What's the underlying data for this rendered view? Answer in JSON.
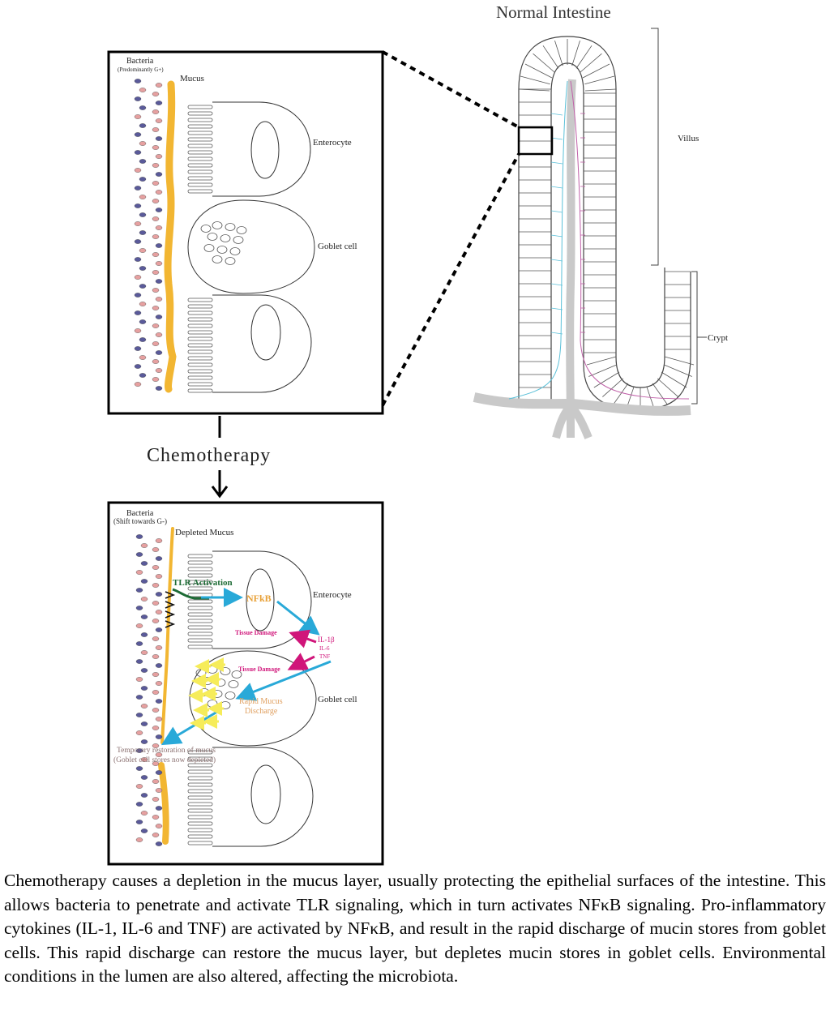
{
  "top_panel": {
    "bacteria_label": "Bacteria",
    "bacteria_sublabel": "(Predominantly G+)",
    "mucus_label": "Mucus",
    "enterocyte_label": "Enterocyte",
    "goblet_label": "Goblet cell"
  },
  "intestine": {
    "title": "Normal Intestine",
    "villus_label": "Villus",
    "crypt_label": "Crypt"
  },
  "chemo_label": "Chemotherapy",
  "bottom_panel": {
    "bacteria_label": "Bacteria",
    "bacteria_sublabel": "(Shift towards G-)",
    "mucus_label": "Depleted Mucus",
    "tlr_label": "TLR Activation",
    "nfkb_label": "NFkB",
    "enterocyte_label": "Enterocyte",
    "goblet_label": "Goblet cell",
    "tissue_damage_1": "Tissue Damage",
    "tissue_damage_2": "Tissue Damage",
    "cytokine_il1": "IL-1β",
    "cytokine_il6": "IL-6",
    "cytokine_tnf": "TNF",
    "discharge_line1": "Rapid Mucus",
    "discharge_line2": "Discharge",
    "restoration_line1": "Temporary restoration of mucus",
    "restoration_line2": "(Goblet cell stores now depleted)"
  },
  "caption": "Chemotherapy causes a depletion in the mucus layer, usually protecting the epithelial surfaces of the intestine. This allows bacteria to penetrate and activate TLR signaling, which in turn activates NFκB signaling. Pro-inflammatory cytokines (IL-1, IL-6 and TNF) are activated by NFκB, and result in the rapid discharge of mucin stores from goblet cells. This rapid discharge can restore the mucus layer, but depletes mucin stores in goblet cells. Environmental conditions in the lumen are also altered, affecting the microbiota.",
  "colors": {
    "mucus": "#f2b632",
    "bacteria_blue": "#5a5a9a",
    "bacteria_pink": "#e6a0a0",
    "arrow_cyan": "#29a9d8",
    "arrow_magenta": "#d0157a",
    "tlr_green": "#1d6b35",
    "nfkb_orange": "#e8a23a",
    "mucin_yellow": "#f6ec5a",
    "restoration_text": "#8a7070"
  }
}
